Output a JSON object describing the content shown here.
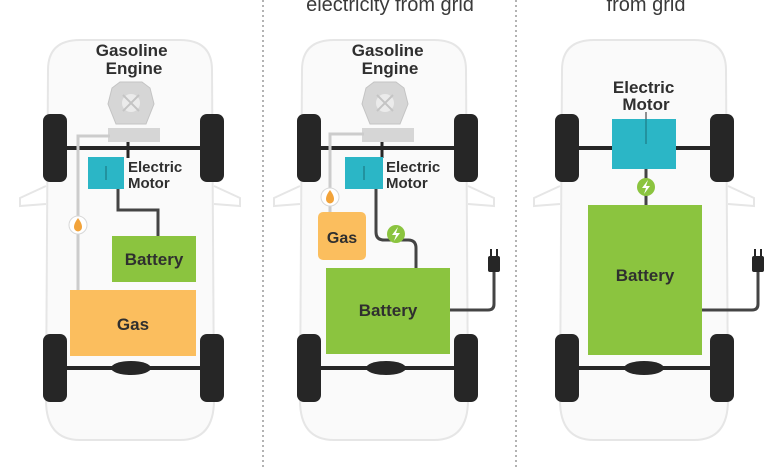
{
  "headers": {
    "middle": "electricity from grid",
    "right": "from grid"
  },
  "panels": {
    "hybrid": {
      "engine_label": [
        "Gasoline",
        "Engine"
      ],
      "motor_label": [
        "Electric",
        "Motor"
      ],
      "battery_label": "Battery",
      "gas_label": "Gas"
    },
    "plugin_hybrid": {
      "engine_label": [
        "Gasoline",
        "Engine"
      ],
      "motor_label": [
        "Electric",
        "Motor"
      ],
      "battery_label": "Battery",
      "gas_label": "Gas"
    },
    "electric": {
      "motor_label": [
        "Electric",
        "Motor"
      ],
      "battery_label": "Battery"
    }
  },
  "colors": {
    "motor": "#2bb6c6",
    "battery": "#8bc43f",
    "gas": "#fbbe5e",
    "wire": "#444444",
    "fuel_line": "#cccccc",
    "car_outline": "#e6e6e6",
    "wheel": "#262626",
    "engine": "#d6d6d6",
    "divider": "#9a9a9a"
  },
  "icons": [
    "gas-drop-icon",
    "lightning-icon",
    "plug-icon",
    "engine-icon"
  ]
}
